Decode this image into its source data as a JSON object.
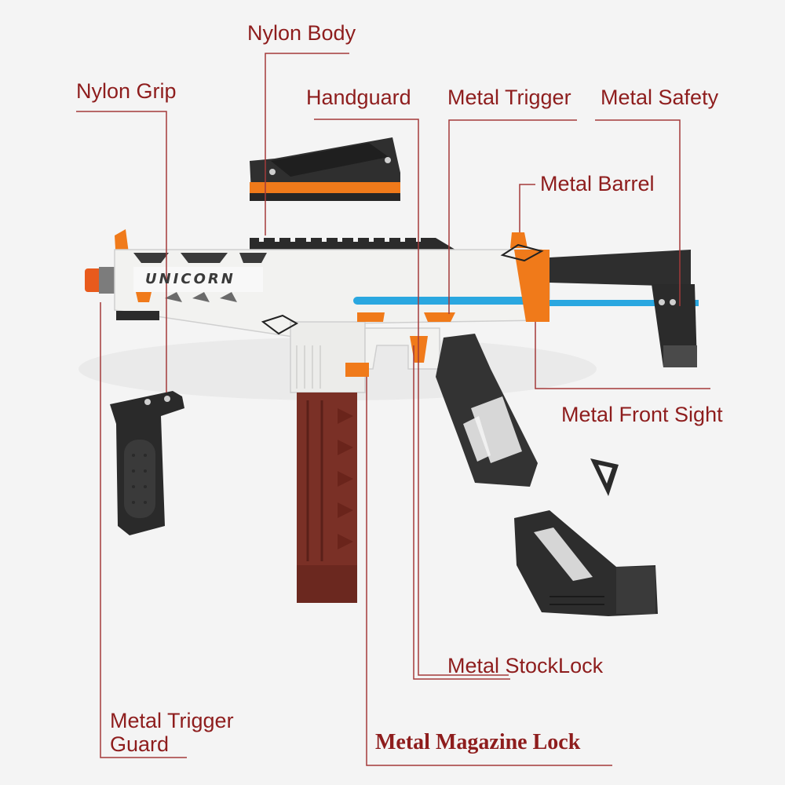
{
  "labels": {
    "nylon_body": "Nylon Body",
    "nylon_grip": "Nylon Grip",
    "handguard": "Handguard",
    "metal_trigger": "Metal Trigger",
    "metal_safety": "Metal Safety",
    "metal_barrel": "Metal Barrel",
    "metal_front_sight": "Metal Front Sight",
    "metal_stock_lock": "Metal StockLock",
    "metal_trigger_guard_line1": "Metal Trigger",
    "metal_trigger_guard_line2": "Guard",
    "metal_magazine_lock": "Metal Magazine Lock"
  },
  "product": {
    "brand_marking": "UNICORN"
  },
  "colors": {
    "label_text": "#8e1d1d",
    "leader_line": "#a33a3a",
    "body_white": "#f2f2f0",
    "accent_orange": "#f07a1a",
    "barrel_blue": "#2aa7e0",
    "magazine_brown": "#7a3026",
    "part_black": "#2b2b2b"
  }
}
